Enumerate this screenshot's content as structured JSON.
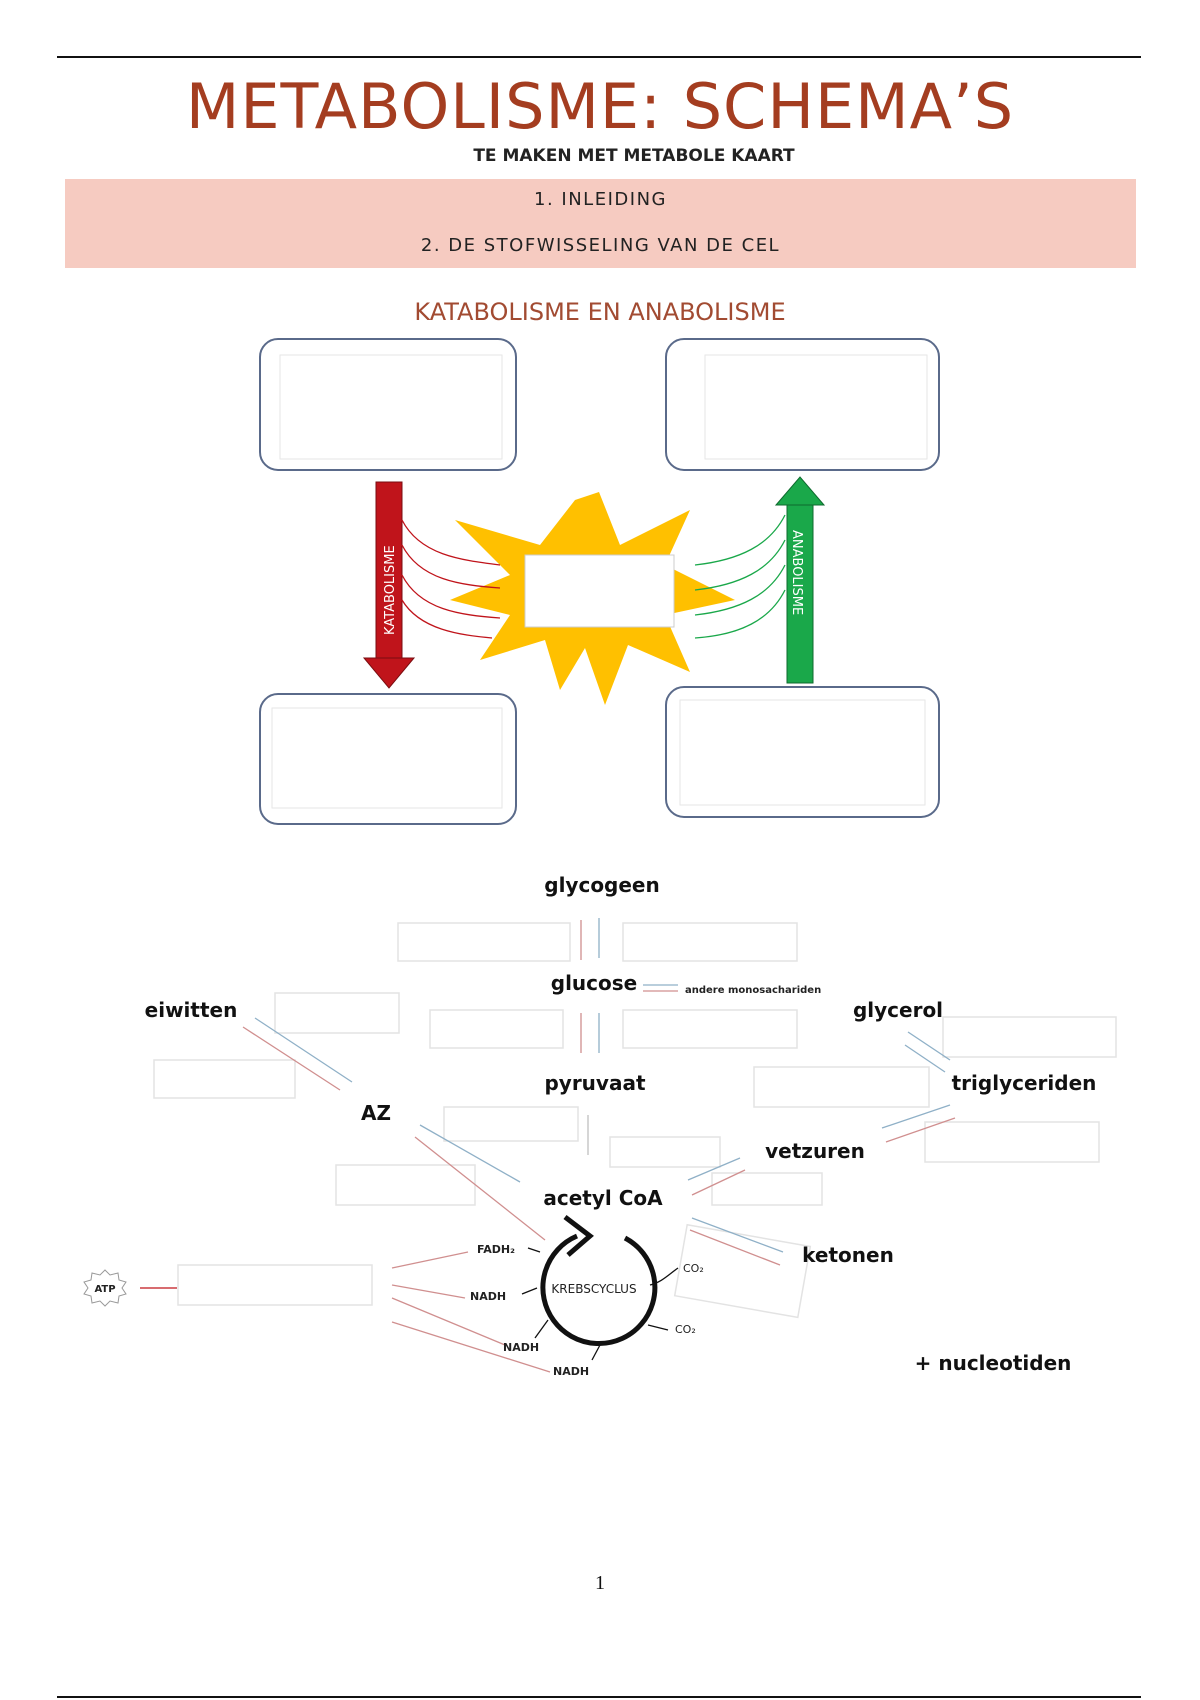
{
  "document": {
    "title": "METABOLISME: SCHEMA’S",
    "subtitle": "TE MAKEN MET METABOLE KAART",
    "toc": [
      {
        "label": "1.  INLEIDING"
      },
      {
        "label": "2.  DE STOFWISSELING VAN DE CEL"
      }
    ],
    "section_heading": "KATABOLISME EN ANABOLISME",
    "page_number": "1"
  },
  "diagram1": {
    "katabolisme_label": "KATABOLISME",
    "anabolisme_label": "ANABOLISME",
    "colors": {
      "katabolisme": "#c0141b",
      "anabolisme": "#1aa84a",
      "energy": "#ffc000",
      "box_border": "#5a6a8a"
    }
  },
  "diagram2": {
    "labels": {
      "glycogeen": "glycogeen",
      "glucose": "glucose",
      "andere_monosachariden": "andere monosachariden",
      "eiwitten": "eiwitten",
      "glycerol": "glycerol",
      "pyruvaat": "pyruvaat",
      "triglyceriden": "triglyceriden",
      "az": "AZ",
      "vetzuren": "vetzuren",
      "acetyl_coa": "acetyl CoA",
      "ketonen": "ketonen",
      "krebscyclus": "KREBSCYCLUS",
      "fadh2": "FADH₂",
      "nadh": "NADH",
      "co2": "CO₂",
      "atp": "ATP",
      "nucleotiden": "+ nucleotiden"
    }
  }
}
